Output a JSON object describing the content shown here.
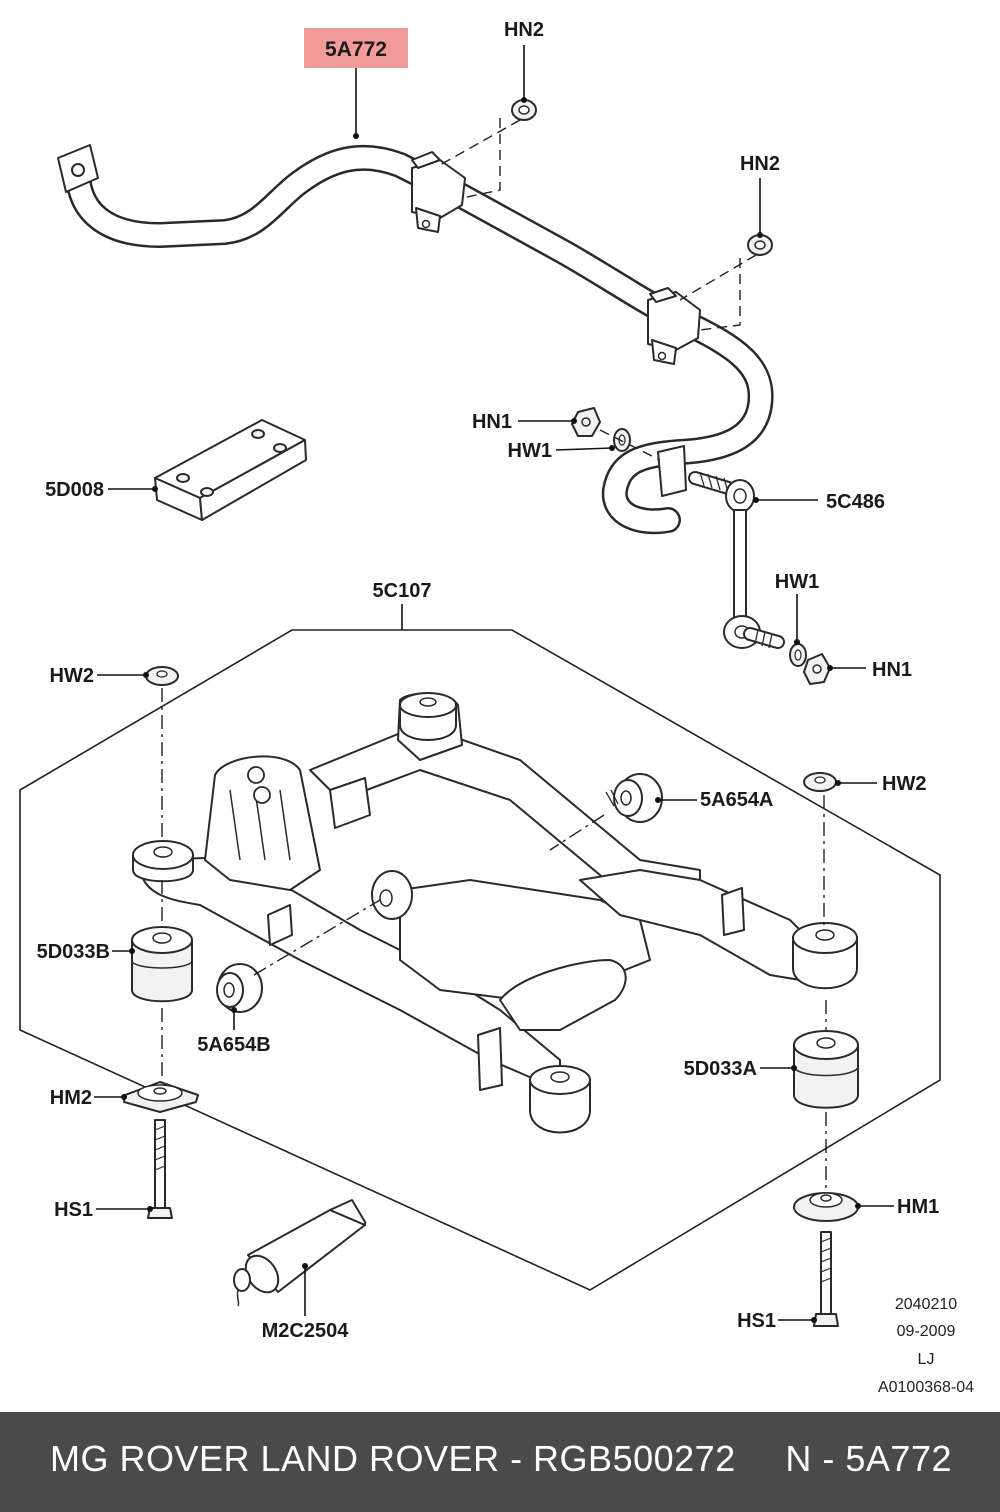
{
  "callouts": {
    "a5A772": "5A772",
    "hn2_top": "HN2",
    "hn2_mid": "HN2",
    "hn1_left": "HN1",
    "hw1_left": "HW1",
    "a5D008": "5D008",
    "a5C486": "5C486",
    "hw1_right": "HW1",
    "hn1_right": "HN1",
    "a5C107": "5C107",
    "hw2_left": "HW2",
    "hw2_right": "HW2",
    "a5A654A": "5A654A",
    "a5D033B": "5D033B",
    "a5A654B": "5A654B",
    "a5D033A": "5D033A",
    "hm2": "HM2",
    "hs1_left": "HS1",
    "hm1": "HM1",
    "hs1_right": "HS1",
    "m2C2504": "M2C2504"
  },
  "highlight_color": "#f29b9b",
  "meta": {
    "code": "2040210",
    "date": "09-2009",
    "initials": "LJ",
    "ref": "A0100368-04"
  },
  "footer": {
    "left": "MG ROVER LAND ROVER - RGB500272",
    "right": "N - 5A772"
  }
}
